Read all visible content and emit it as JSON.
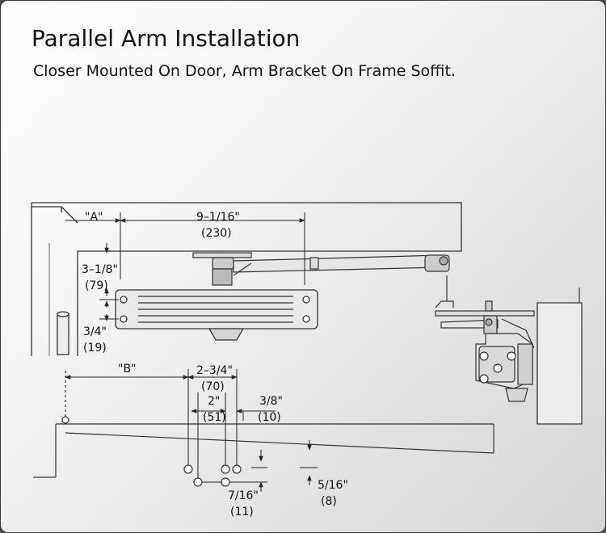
{
  "title": "Parallel Arm Installation",
  "subtitle": "Closer Mounted On Door, Arm Bracket On Frame Soffit.",
  "labels": {
    "a": "\"A\"",
    "dim_9_1_16": "9–1/16\"",
    "dim_230": "(230)",
    "dim_3_1_8": "3–1/8\"",
    "dim_79": "(79)",
    "dim_3_4": "3/4\"",
    "dim_19": "(19)",
    "b": "\"B\"",
    "dim_2_3_4": "2–3/4\"",
    "dim_70": "(70)",
    "dim_2": "2\"",
    "dim_51": "(51)",
    "dim_3_8": "3/8\"",
    "dim_10": "(10)",
    "dim_7_16": "7/16\"",
    "dim_11": "(11)",
    "dim_5_16": "5/16\"",
    "dim_8": "(8)"
  }
}
